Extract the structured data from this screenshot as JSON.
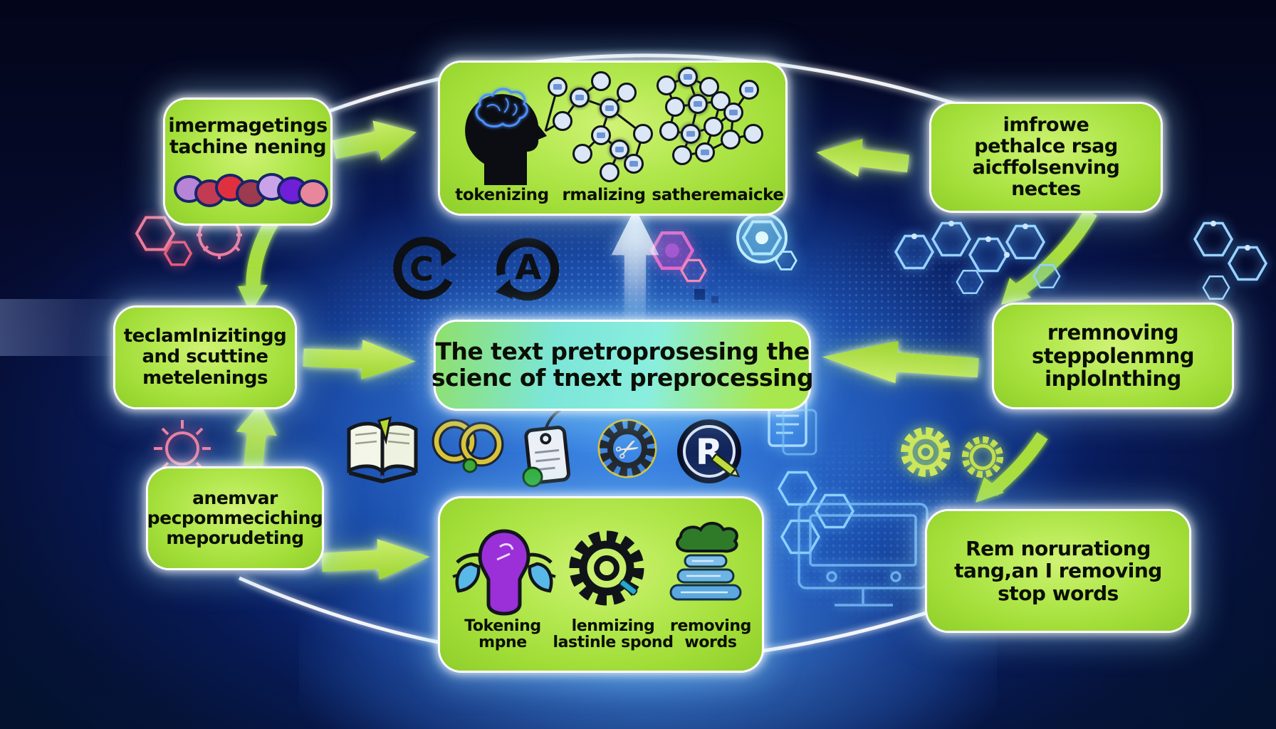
{
  "center_box": {
    "line1": "The text pretroprosesing the",
    "line2": "scienc of tnext preprocessing"
  },
  "top_left_box": {
    "line1": "imermagetings",
    "line2": "tachine nening"
  },
  "top_center_box": {
    "label1": "tokenizing",
    "label2": "rmalizing",
    "label3": "satheremaicke"
  },
  "top_right_box": {
    "line1": "imfrowe",
    "line2": "pethalce rsag",
    "line3": "aicffolsenving",
    "line4": "nectes"
  },
  "mid_left_box": {
    "line1": "teclamlnizitingg",
    "line2": "and scuttine",
    "line3": "metelenings"
  },
  "mid_right_box": {
    "line1": "rremnoving",
    "line2": "steppolenmng",
    "line3": "inplolnthing"
  },
  "bottom_left_box": {
    "line1": "anemvar",
    "line2": "pecpommeciching",
    "line3": "meporudeting"
  },
  "bottom_center_box": {
    "label1_line1": "Tokening",
    "label1_line2": "mpne",
    "label2_line1": "lenmizing",
    "label2_line2": "lastinle spond",
    "label3_line1": "removing",
    "label3_line2": "words"
  },
  "bottom_right_box": {
    "line1": "Rem norurationg",
    "line2": "tang,an I removing",
    "line3": "stop words"
  },
  "icons": {
    "r_badge_letter": "R",
    "emblem_left_letter": "C",
    "emblem_right_letter": "A",
    "scissors_glyph": "✂"
  },
  "colors": {
    "box_green": "#a6e23c",
    "center_box_cyan": "#7ce6d8",
    "arrow_green": "#a9de3c",
    "background_blue": "#2f7fe8",
    "glow_white": "#ffffff",
    "molecule_blue": "#9ad2ff",
    "molecule_pink": "#f07a9a"
  }
}
